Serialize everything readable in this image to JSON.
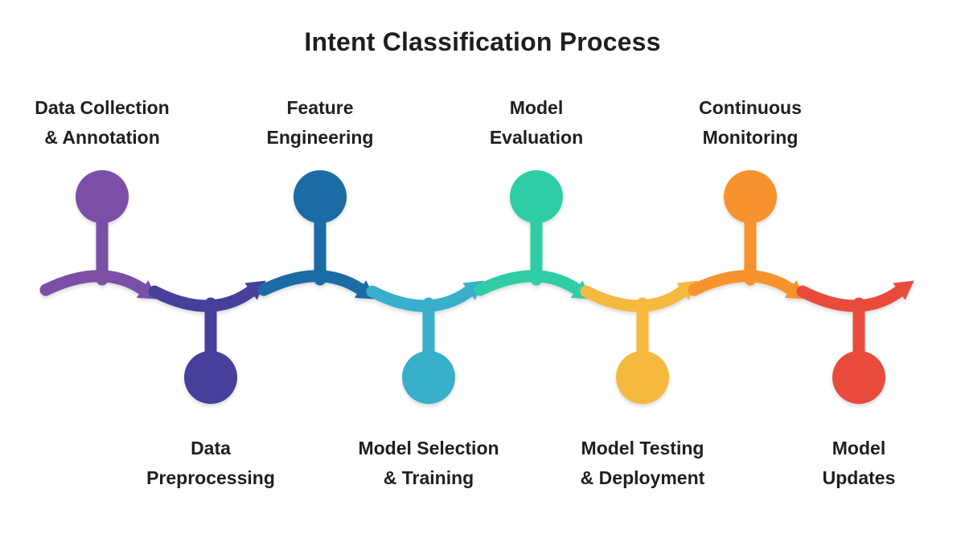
{
  "title": "Intent Classification Process",
  "colors": {
    "background": "#ffffff",
    "title_text": "#1e1e1e",
    "label_text": "#1f1f1f"
  },
  "stages": [
    {
      "id": "data-collection-annotation",
      "lines": [
        "Data Collection",
        "& Annotation"
      ],
      "color": "#7B4FA8",
      "position": "top"
    },
    {
      "id": "data-preprocessing",
      "lines": [
        "Data",
        "Preprocessing"
      ],
      "color": "#46409B",
      "position": "bottom"
    },
    {
      "id": "feature-engineering",
      "lines": [
        "Feature",
        "Engineering"
      ],
      "color": "#1B6CA4",
      "position": "top"
    },
    {
      "id": "model-selection-training",
      "lines": [
        "Model Selection",
        "& Training"
      ],
      "color": "#38AFCB",
      "position": "bottom"
    },
    {
      "id": "model-evaluation",
      "lines": [
        "Model",
        "Evaluation"
      ],
      "color": "#2FCDA5",
      "position": "top"
    },
    {
      "id": "model-testing-deployment",
      "lines": [
        "Model Testing",
        "& Deployment"
      ],
      "color": "#F5B93E",
      "position": "bottom"
    },
    {
      "id": "continuous-monitoring",
      "lines": [
        "Continuous",
        "Monitoring"
      ],
      "color": "#F7922D",
      "position": "top"
    },
    {
      "id": "model-updates",
      "lines": [
        "Model",
        "Updates"
      ],
      "color": "#E84B3C",
      "position": "bottom"
    }
  ]
}
